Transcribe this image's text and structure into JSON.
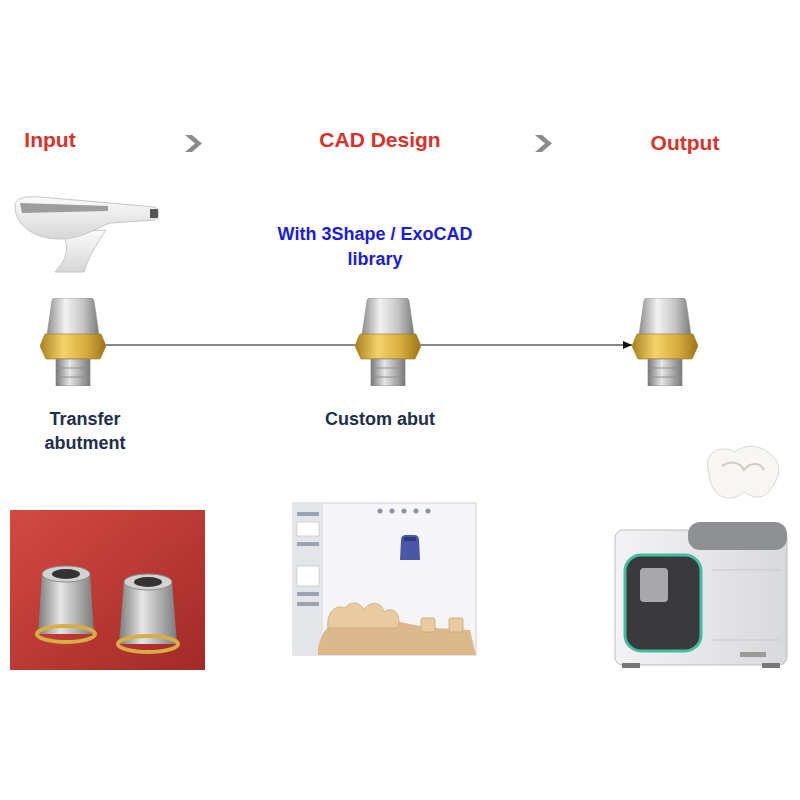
{
  "diagram": {
    "nodes": [
      {
        "text": [
          "Input",
          "Transfer abutment"
        ]
      },
      {
        "text": [
          "CAD Design",
          "With 3Shape / ExoCAD library",
          "Custom abut"
        ]
      },
      {
        "text": [
          "Output"
        ]
      }
    ],
    "edges": [
      {
        "from": 0,
        "to": 1,
        "arrow": "none"
      },
      {
        "from": 1,
        "to": 2,
        "arrow": "to"
      }
    ]
  }
}
